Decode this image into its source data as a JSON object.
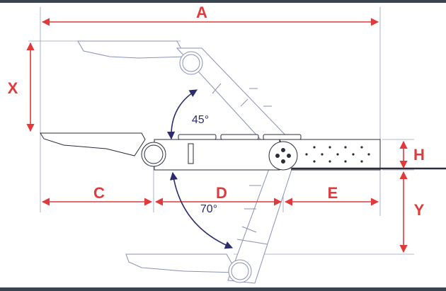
{
  "diagram": {
    "dimension_labels": {
      "a": "A",
      "c": "C",
      "d": "D",
      "e": "E",
      "h": "H",
      "x": "X",
      "y": "Y"
    },
    "angle_labels": {
      "upper": "45°",
      "lower": "70°"
    },
    "colors": {
      "dimension": "#e03a3a",
      "angle_arrow": "#2b2b6e",
      "outline": "#8a90b4",
      "frame_bar": "#3b4250"
    }
  }
}
